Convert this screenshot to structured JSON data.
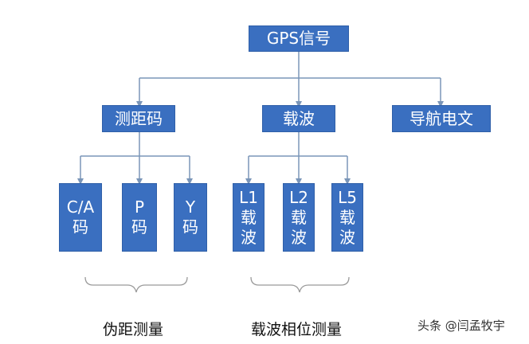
{
  "colors": {
    "node_fill": "#3a6fc0",
    "connector": "#7a95b8",
    "bracket": "#9a9a9a"
  },
  "root": {
    "label": "GPS信号"
  },
  "level1": {
    "ranging_code": "测距码",
    "carrier": "载波",
    "nav_message": "导航电文"
  },
  "codes": [
    {
      "line1": "C/A",
      "line2": "码"
    },
    {
      "line1": "P",
      "line2": "码"
    },
    {
      "line1": "Y",
      "line2": "码"
    }
  ],
  "carriers": [
    {
      "line1": "L1",
      "line2": "载",
      "line3": "波"
    },
    {
      "line1": "L2",
      "line2": "载",
      "line3": "波"
    },
    {
      "line1": "L5",
      "line2": "载",
      "line3": "波"
    }
  ],
  "captions": {
    "pseudorange": "伪距测量",
    "carrier_phase": "载波相位测量"
  },
  "watermark": "头条 @闫孟牧宇"
}
